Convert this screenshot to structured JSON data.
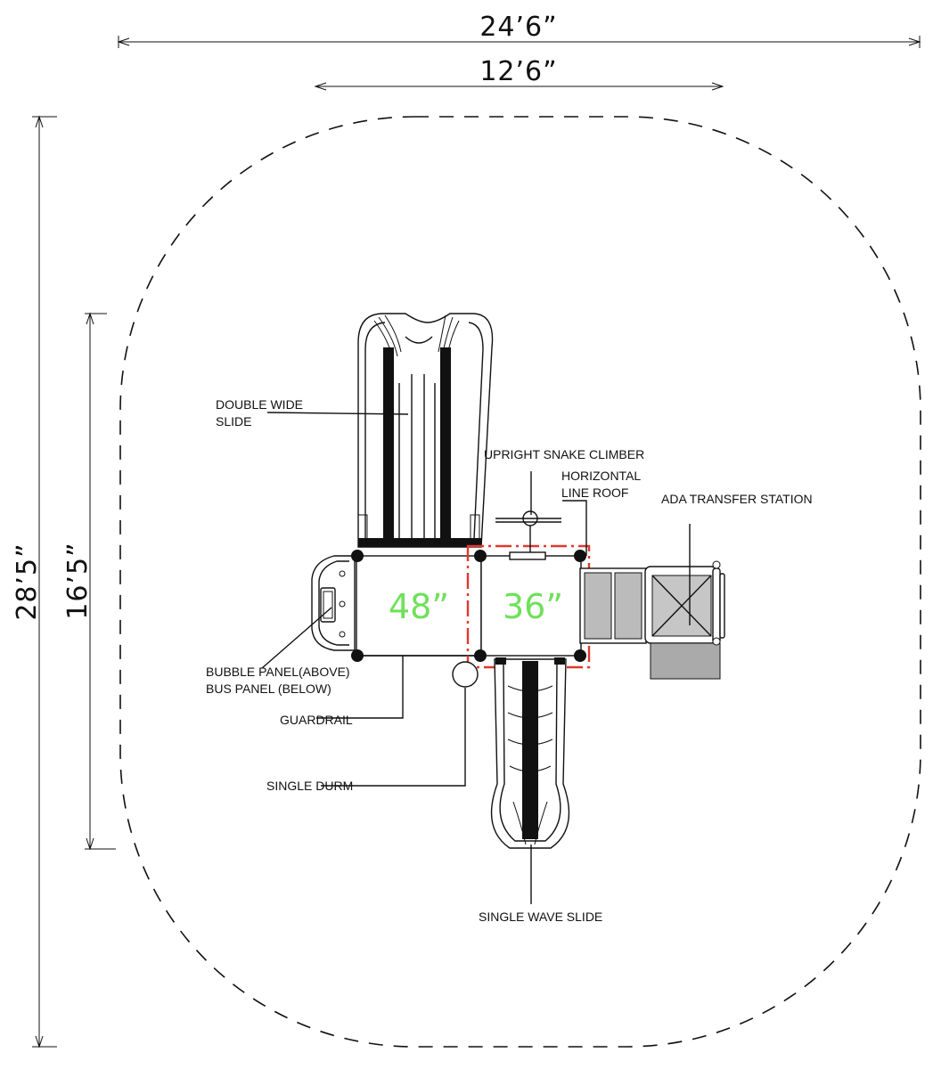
{
  "dimensions": {
    "overall_width": "24’6”",
    "structure_width": "12’6”",
    "overall_length": "28’5”",
    "structure_length": "16’5”"
  },
  "decks": {
    "deck_1_height": "48”",
    "deck_2_height": "36”"
  },
  "labels": {
    "double_wide_slide_1": "DOUBLE WIDE",
    "double_wide_slide_2": "SLIDE",
    "upright_snake_climber": "UPRIGHT SNAKE CLIMBER",
    "horizontal_line_roof_1": "HORIZONTAL",
    "horizontal_line_roof_2": "LINE ROOF",
    "ada_transfer_station": "ADA TRANSFER STATION",
    "bubble_panel": "BUBBLE PANEL(ABOVE)",
    "bus_panel": "BUS PANEL (BELOW)",
    "guardrail": "GUARDRAIL",
    "single_durm": "SINGLE DURM",
    "single_wave_slide": "SINGLE WAVE SLIDE"
  },
  "colors": {
    "deck_height_text": "#6fe05a",
    "roof_outline": "#e0382f",
    "line": "#111111"
  }
}
